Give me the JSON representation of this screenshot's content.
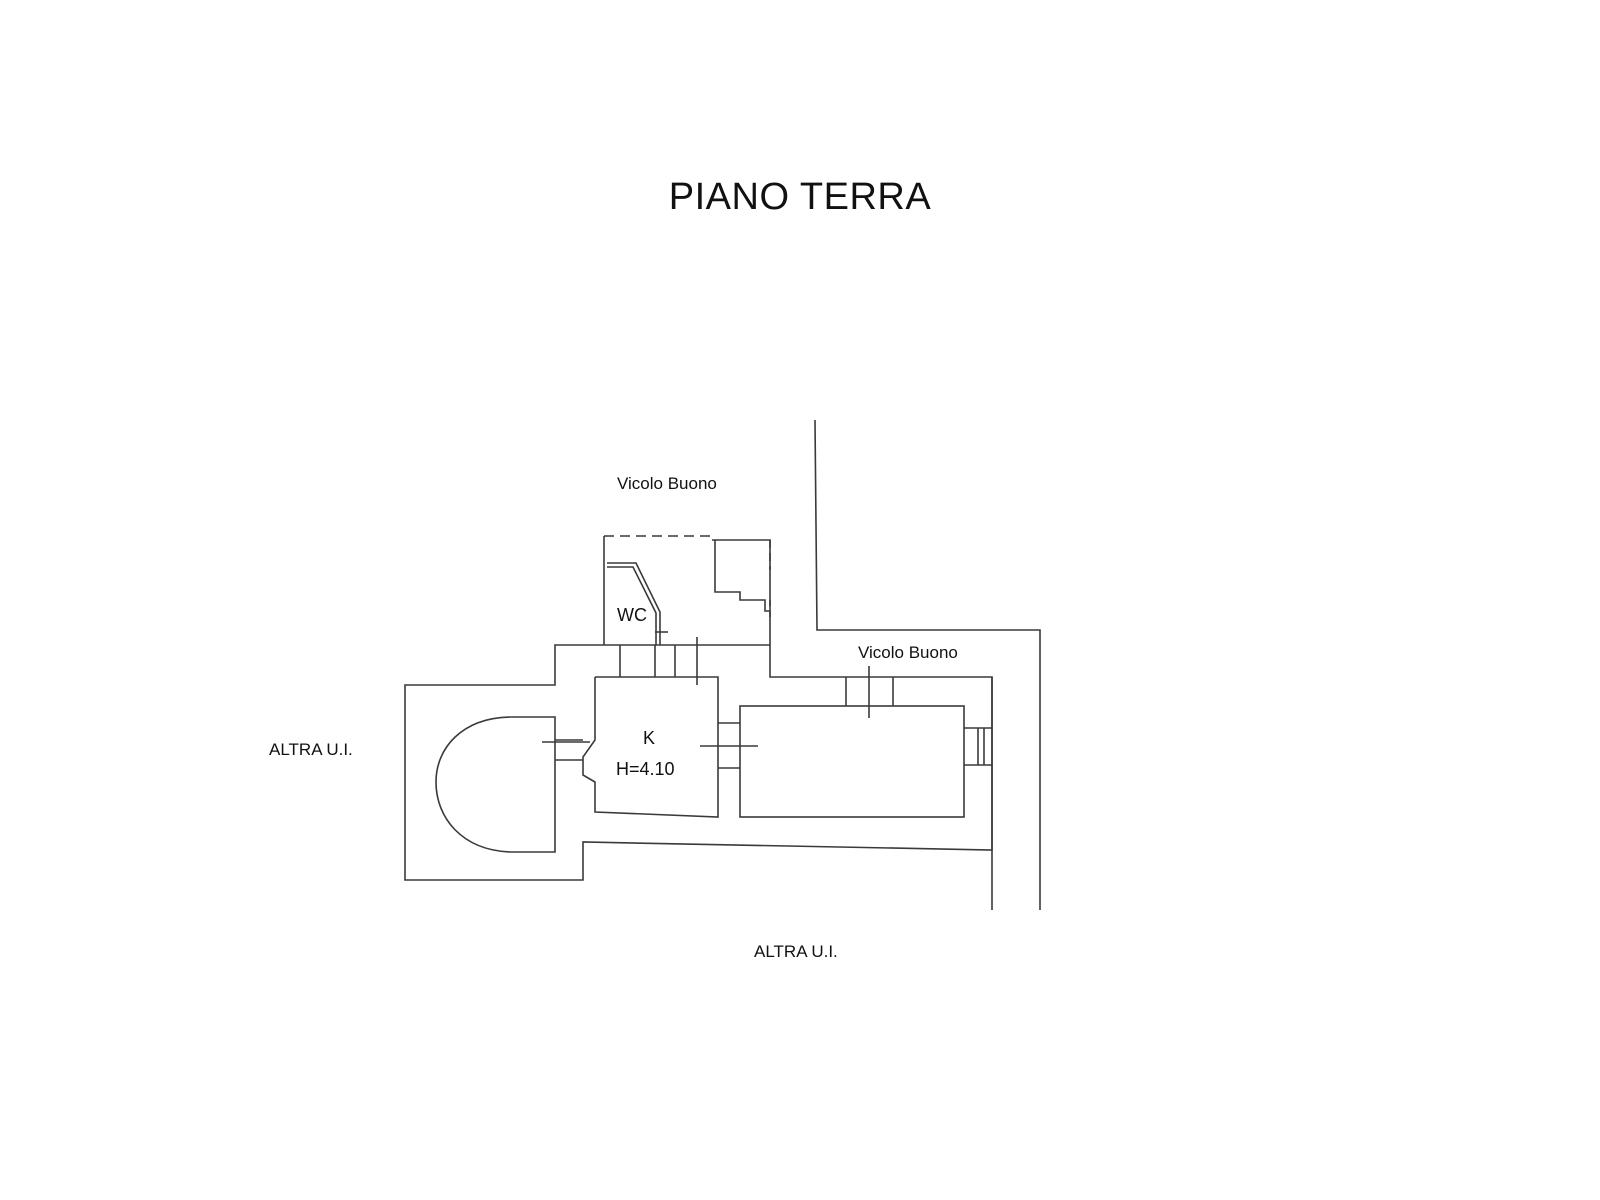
{
  "title": "PIANO TERRA",
  "labels": {
    "street_top": "Vicolo Buono",
    "street_right": "Vicolo Buono",
    "neighbor_left": "ALTRA U.I.",
    "neighbor_bottom": "ALTRA U.I.",
    "room_wc": "WC",
    "room_k": "K",
    "room_k_height": "H=4.10"
  },
  "colors": {
    "line": "#3a3a3a",
    "text": "#111111",
    "background": "#ffffff"
  }
}
